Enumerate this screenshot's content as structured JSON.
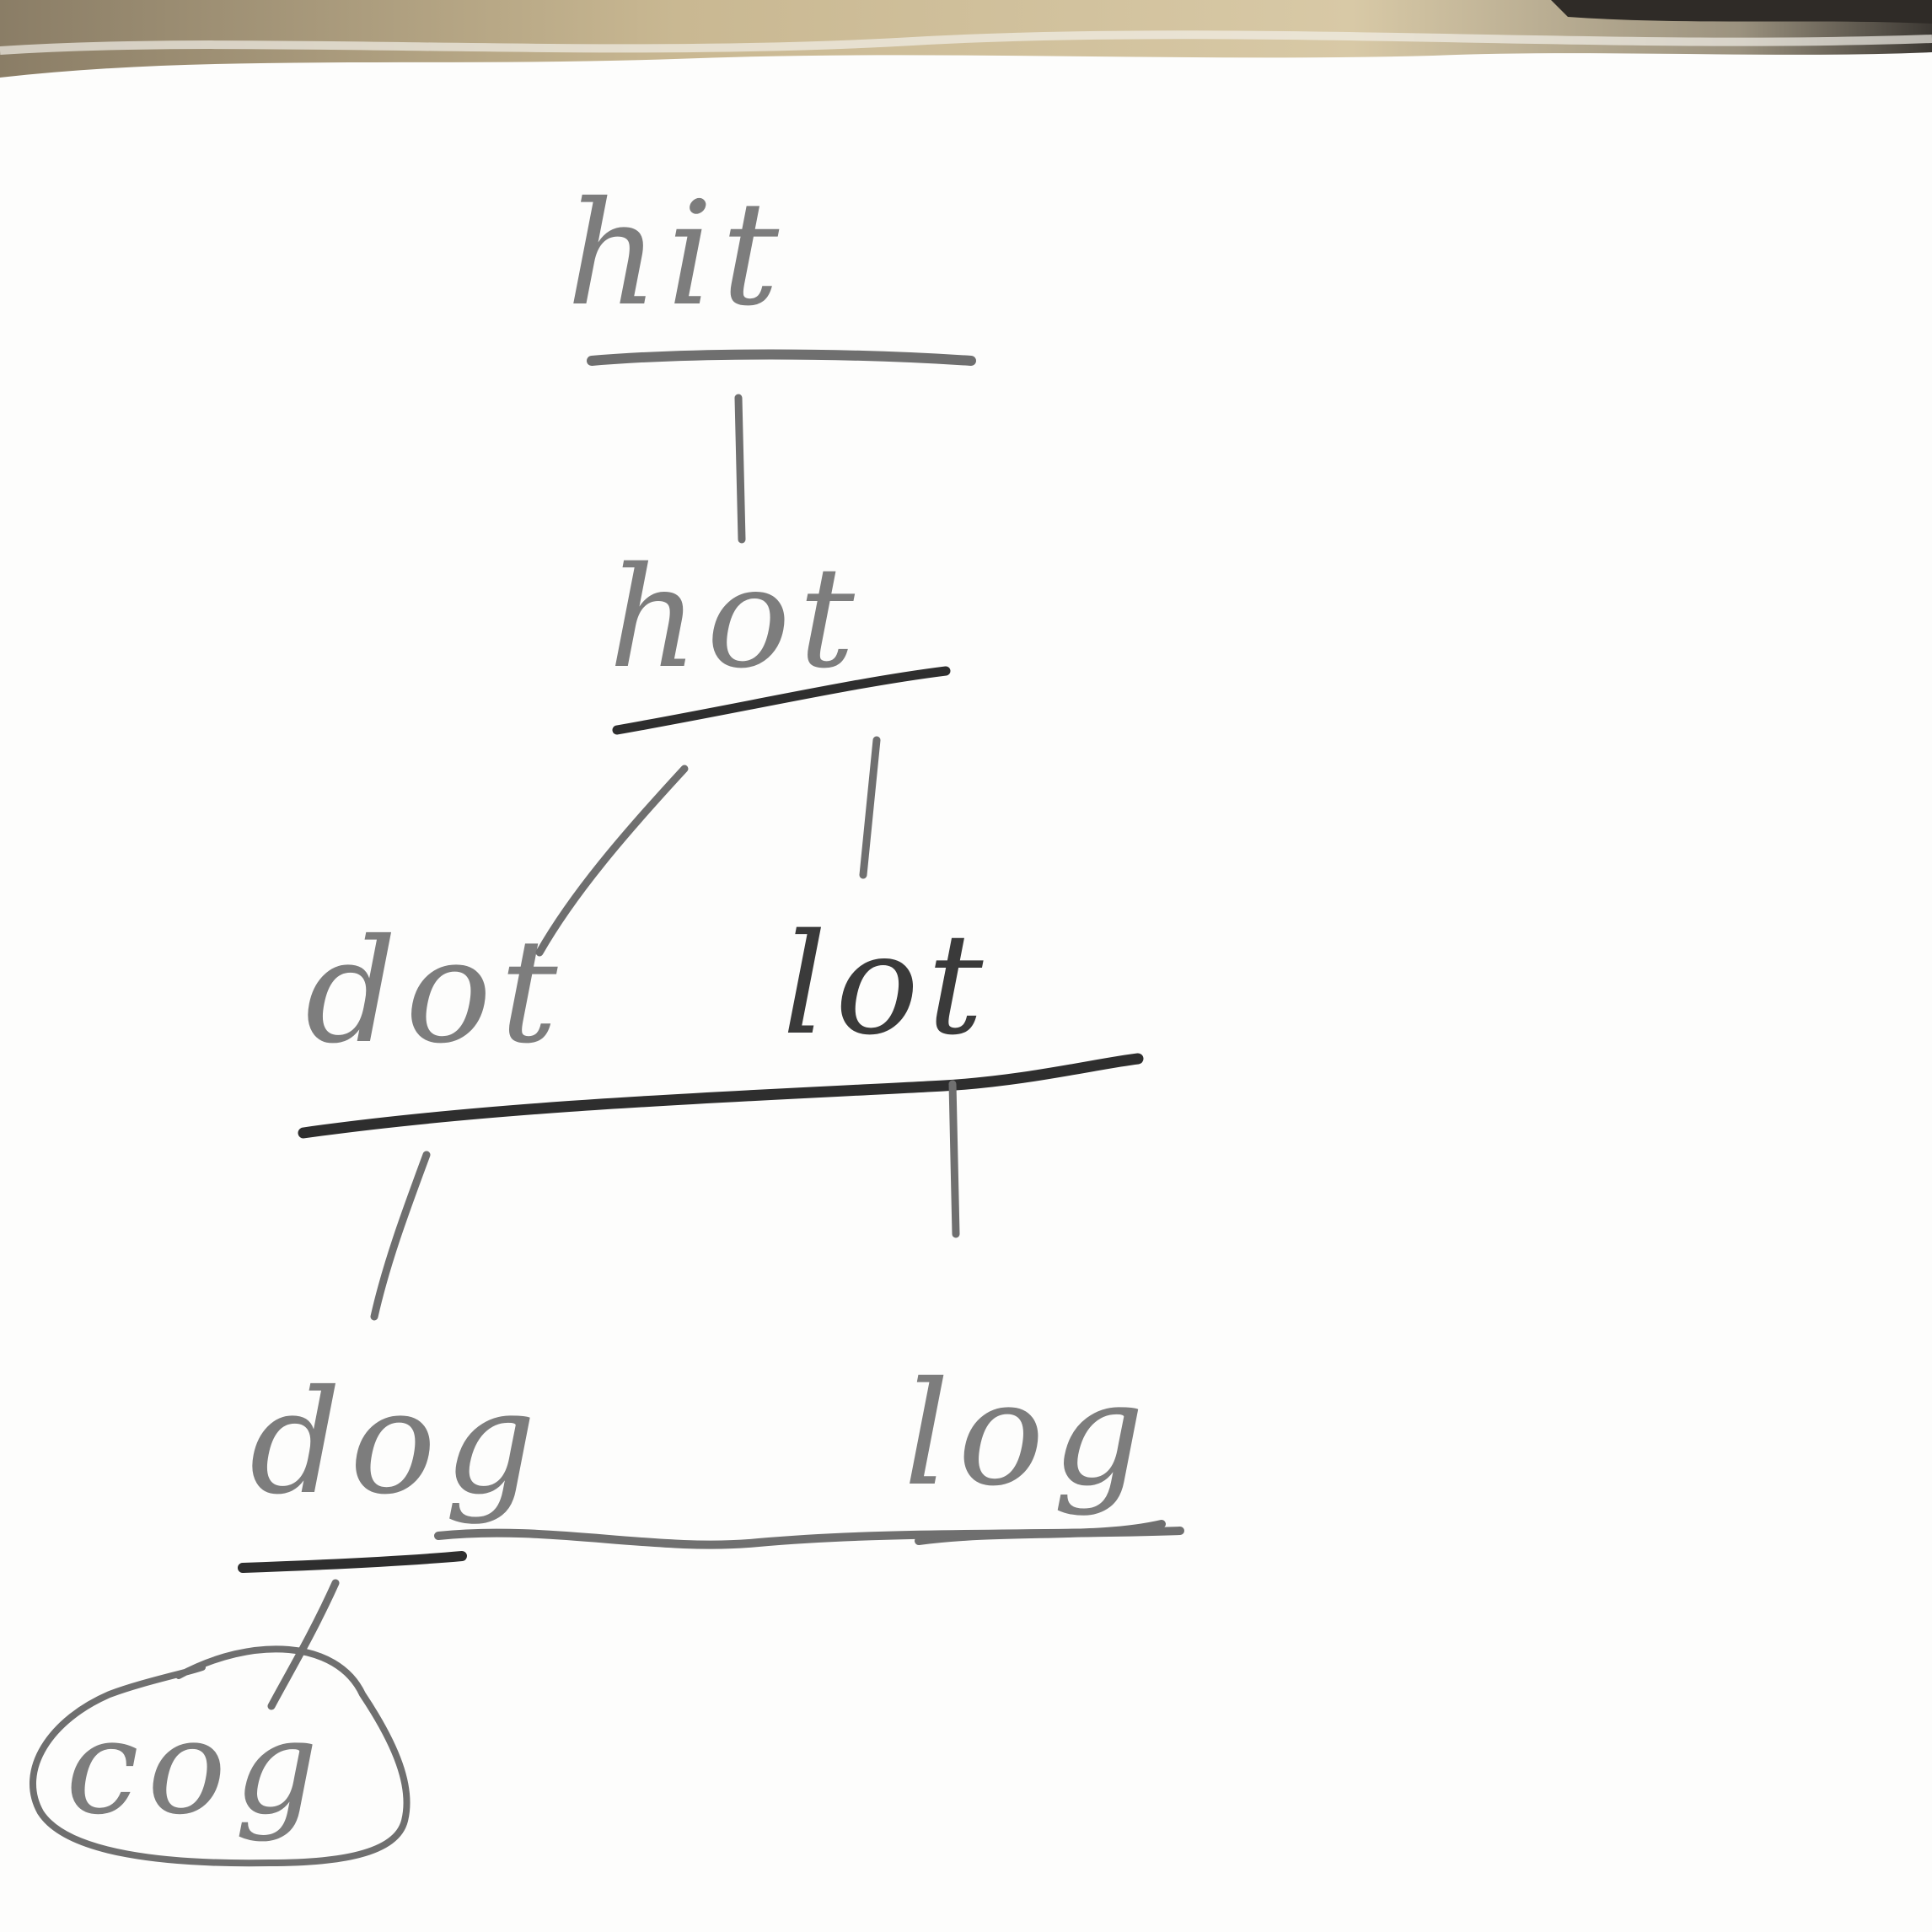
{
  "diagram": {
    "words": {
      "hit": "hit",
      "hot": "hot",
      "dot": "dot",
      "lot": "lot",
      "dog": "dog",
      "log": "log",
      "cog": "cog"
    }
  },
  "colors": {
    "pencil": "#7d7d7d",
    "pencil_dark": "#2e2e2e",
    "paper": "#fdfdfc",
    "photo_edge": "#b9a98a"
  }
}
